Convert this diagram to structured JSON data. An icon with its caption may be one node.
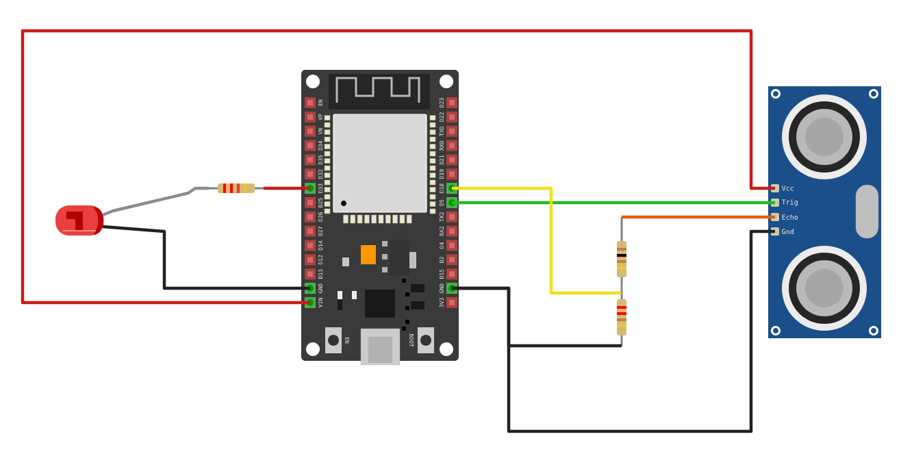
{
  "diagram": {
    "nodes": [
      {
        "text": [
          "EN",
          "VP",
          "VN",
          "D34",
          "D35",
          "D32",
          "D33",
          "D25",
          "D26",
          "D27",
          "D14",
          "D12",
          "D13",
          "GND",
          "VIN",
          "D23",
          "D22",
          "TXD",
          "RXD",
          "D21",
          "D19",
          "D18",
          "D5",
          "TX2",
          "RX2",
          "D4",
          "D2",
          "D15",
          "GND",
          "3V3",
          "EN",
          "BOOT"
        ]
      },
      {
        "text": [
          "Vcc",
          "Trig",
          "Echo",
          "Gnd"
        ]
      },
      {
        "text": [],
        "shape": "picture"
      },
      {
        "text": [],
        "shape": "picture"
      },
      {
        "text": [],
        "shape": "picture"
      },
      {
        "text": [],
        "shape": "picture"
      }
    ],
    "edges": [
      {
        "from": 0,
        "to": 1,
        "arrow": "none",
        "color": "#cc1a1a"
      },
      {
        "from": 0,
        "to": 2,
        "arrow": "none",
        "color": "#222222"
      },
      {
        "from": 0,
        "to": 3,
        "arrow": "none",
        "color": "#cc1a1a"
      },
      {
        "from": 3,
        "to": 2,
        "arrow": "none",
        "color": "#8c8c8c"
      },
      {
        "from": 0,
        "to": 1,
        "arrow": "none",
        "color": "#22bb22"
      },
      {
        "from": 0,
        "to": 5,
        "arrow": "none",
        "color": "#f0e020"
      },
      {
        "from": 1,
        "to": 4,
        "arrow": "none",
        "color": "#e06010"
      },
      {
        "from": 0,
        "to": 5,
        "arrow": "none",
        "color": "#222222"
      },
      {
        "from": 0,
        "to": 1,
        "arrow": "none",
        "color": "#222222"
      },
      {
        "from": 4,
        "to": 5,
        "arrow": "none",
        "color": "#8c8c8c"
      }
    ]
  }
}
